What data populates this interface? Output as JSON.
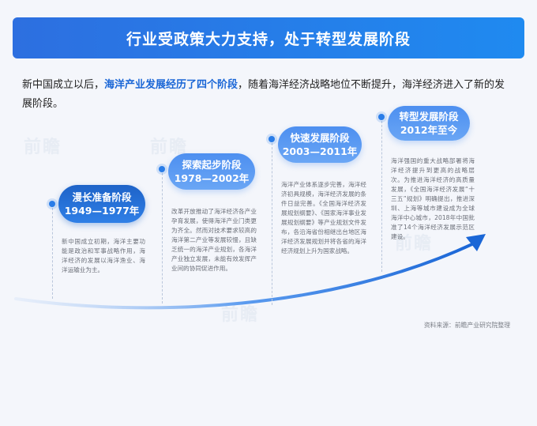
{
  "header": {
    "title": "行业受政策大力支持，处于转型发展阶段"
  },
  "intro": {
    "before": "新中国成立以后，",
    "highlight": "海洋产业发展经历了四个阶段",
    "after": "，随着海洋经济战略地位不断提升，海洋经济进入了新的发展阶段。"
  },
  "stages": [
    {
      "name": "漫长准备阶段",
      "period": "1949—1977年",
      "desc": "新中国成立初期，海洋主要功能是政治和军事战略作用，海洋经济的发展以海洋渔业、海洋运输业为主。"
    },
    {
      "name": "探索起步阶段",
      "period": "1978—2002年",
      "desc": "改革开放推动了海洋经济各产业孕育发展，使得海洋产业门类更为齐全。然而对技术要求较高的海洋第二产业等发展较慢，且缺乏统一的海洋产业规划，各海洋产业独立发展，未能有效发挥产业间的协同促进作用。"
    },
    {
      "name": "快速发展阶段",
      "period": "2003—2011年",
      "desc": "海洋产业体系逐步完善，海洋经济初具规模，海洋经济发展的条件日益完善。《全国海洋经济发展规划纲要》、《国家海洋事业发展规划纲要》等产业规划文件发布，各沿海省份相继出台地区海洋经济发展规划并将各省的海洋经济规划上升为国家战略。"
    },
    {
      "name": "转型发展阶段",
      "period": "2012年至今",
      "desc": "海洋强国的重大战略部署将海洋经济提升到更高的战略层次。为推进海洋经济的高质量发展，《全国海洋经济发展“十三五”规划》明确提出，推进深圳、上海等城市建设成为全球海洋中心城市，2018年中国批准了14个海洋经济发展示范区建设。"
    }
  ],
  "source": "资料来源：前瞻产业研究院整理",
  "watermark": "前瞻产业研究院",
  "colors": {
    "accent": "#1f8af0",
    "highlight": "#1a66d6",
    "badge_dark": "#1e63c8",
    "badge_light": "#4d8ff0"
  }
}
